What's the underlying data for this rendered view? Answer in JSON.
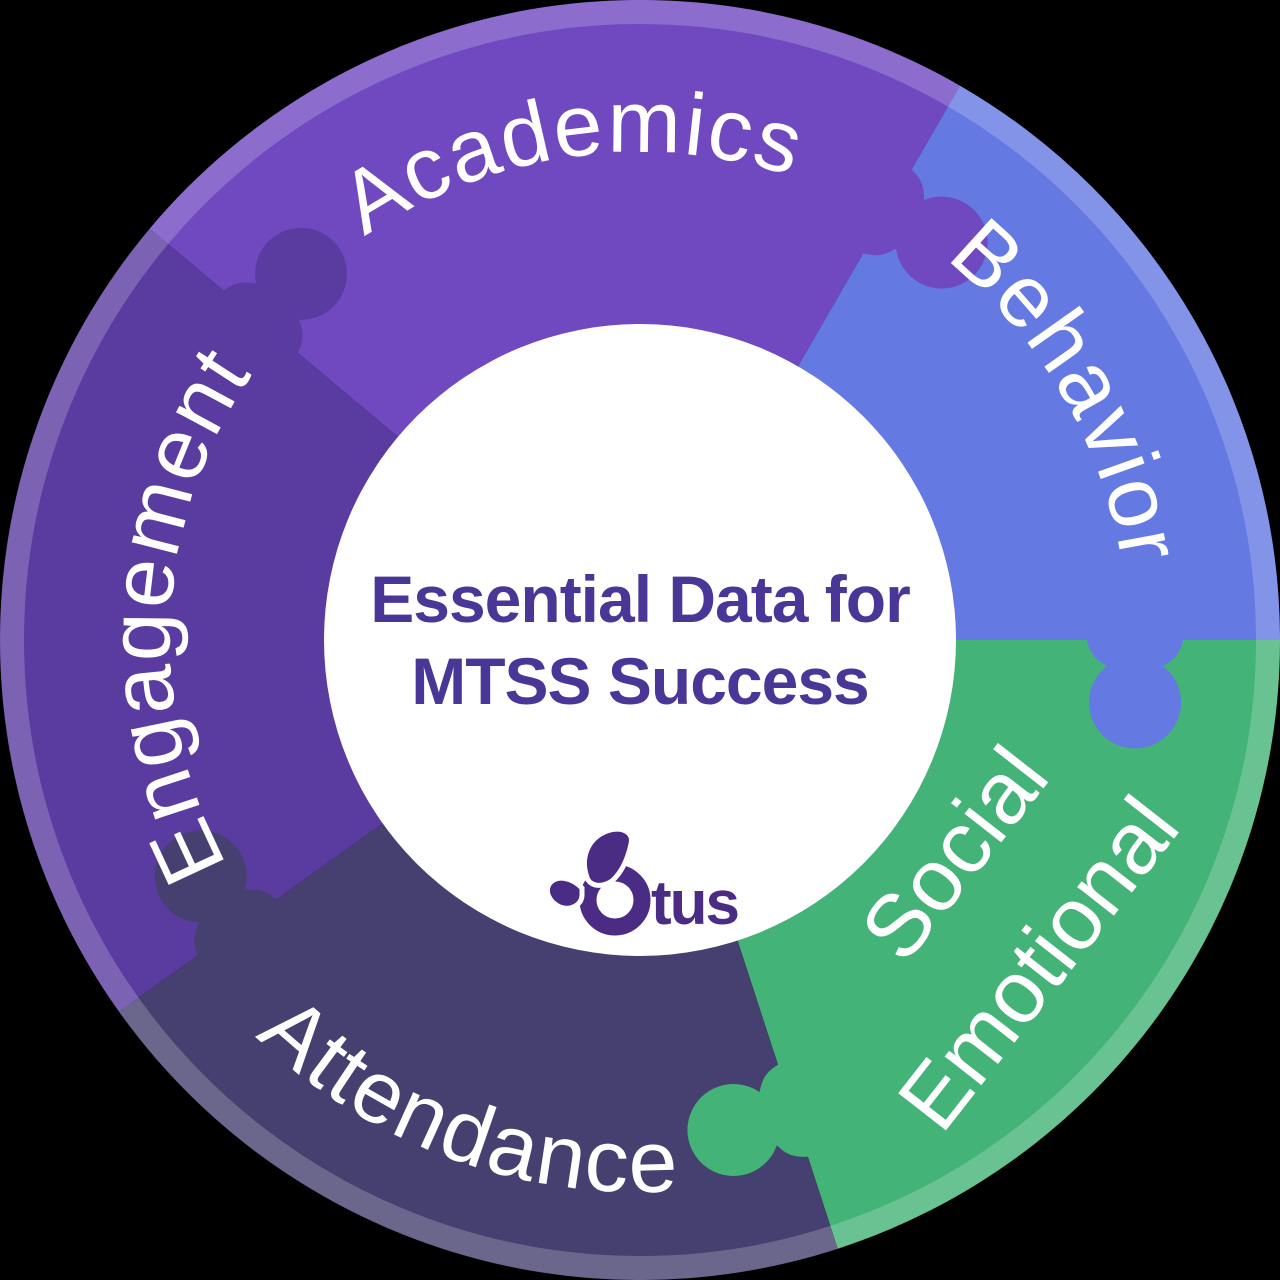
{
  "diagram": {
    "type": "circular-puzzle-ring",
    "description": "Five interlocking puzzle ring segments around a central label"
  },
  "center": {
    "circle_color": "#ffffff",
    "title_line1": "Essential Data for",
    "title_line2": "MTSS Success",
    "title_color": "#4a3697",
    "logo": {
      "brand": "Otus",
      "wordmark_tail": "tus",
      "color": "#4b2c85"
    }
  },
  "ring": {
    "label_color": "#ffffff",
    "rim_overlay": "rgba(255,255,255,0.20)",
    "segments": [
      {
        "label": "Academics",
        "color": "#7049c1"
      },
      {
        "label": "Behavior",
        "color": "#6479e2"
      },
      {
        "label": "Social",
        "label2": "Emotional",
        "full_label": "Social Emotional",
        "color": "#44b377"
      },
      {
        "label": "Attendance",
        "color": "#454070"
      },
      {
        "label": "Engagement",
        "color": "#5a3ba0"
      }
    ]
  }
}
